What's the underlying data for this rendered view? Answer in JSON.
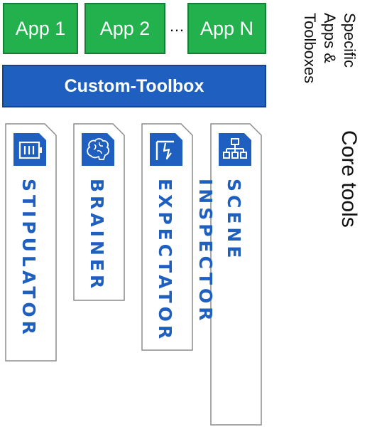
{
  "apps": [
    "App 1",
    "App 2",
    "App N"
  ],
  "ellipsis": "…",
  "toolbox": "Custom-Toolbox",
  "labels": {
    "specific": "Specific Apps & Toolboxes",
    "core": "Core tools"
  },
  "tools": [
    {
      "name": "STIPULATOR",
      "icon": "battery-list-icon"
    },
    {
      "name": "BRAINER",
      "icon": "brain-icon"
    },
    {
      "name": "EXPECTATOR",
      "icon": "lightning-bracket-icon"
    },
    {
      "name": "SCENE INSPECTOR",
      "icon": "hierarchy-icon"
    }
  ],
  "colors": {
    "app_green": "#22b14c",
    "toolbox_blue": "#1f5fbf",
    "tool_text_blue": "#1f5fbf"
  }
}
